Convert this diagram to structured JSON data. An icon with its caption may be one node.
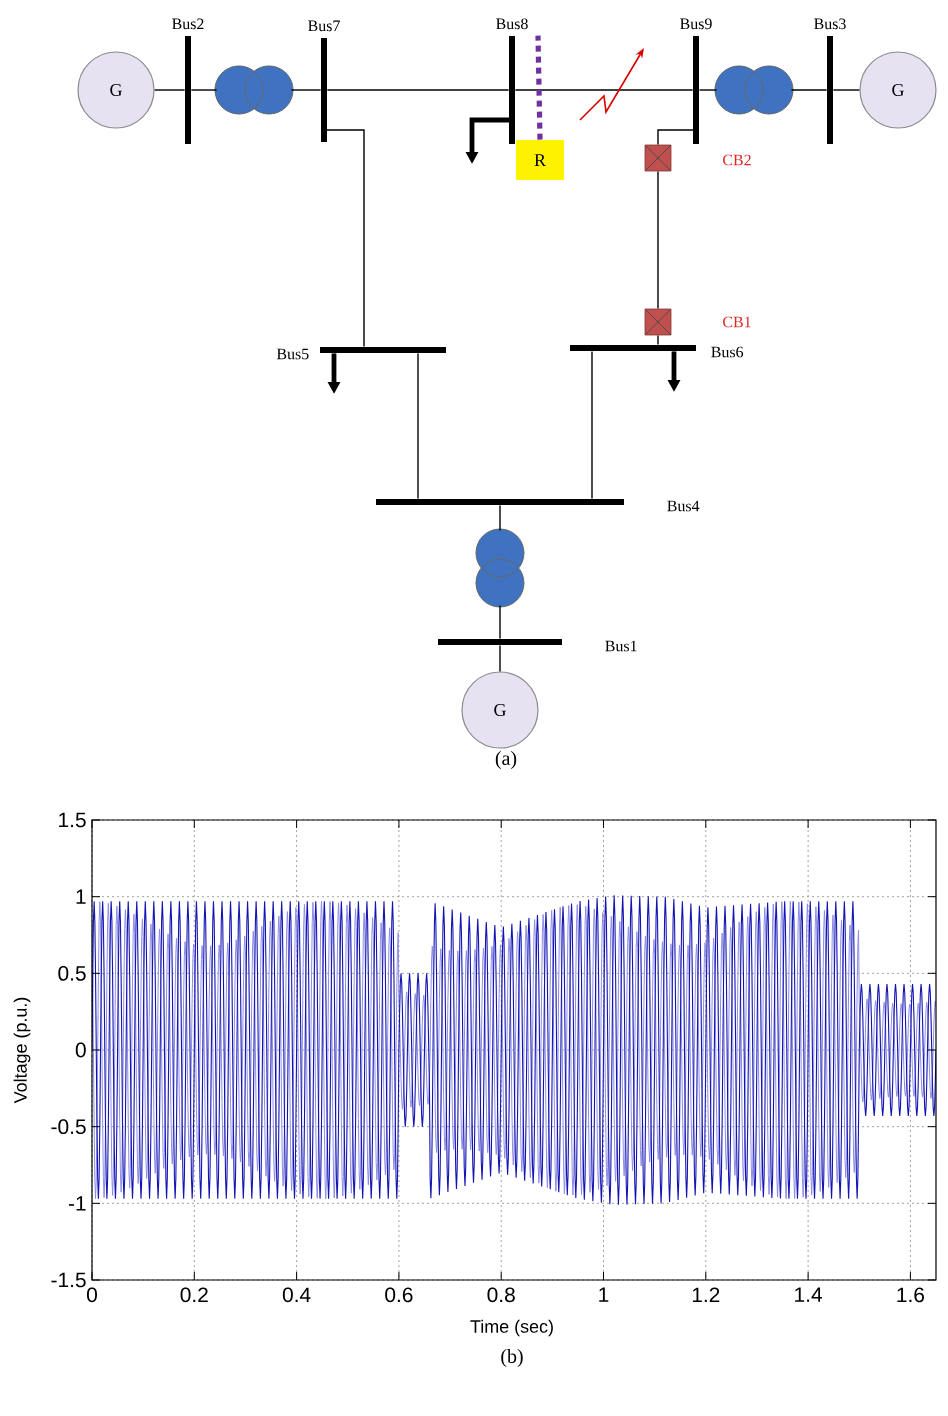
{
  "diagram": {
    "nodes": [
      {
        "text": [
          "G"
        ]
      },
      {
        "text": [
          "Bus2"
        ]
      },
      {
        "text": [],
        "shape": "circle"
      },
      {
        "text": [
          "Bus7"
        ]
      },
      {
        "text": [
          "Bus8"
        ]
      },
      {
        "text": [
          "R"
        ]
      },
      {
        "text": [
          "Bus9"
        ]
      },
      {
        "text": [],
        "shape": "circle"
      },
      {
        "text": [
          "Bus3"
        ]
      },
      {
        "text": [
          "G"
        ]
      },
      {
        "text": [],
        "shape": "box"
      },
      {
        "text": [],
        "shape": "box"
      },
      {
        "text": [
          "Bus5"
        ]
      },
      {
        "text": [
          "Bus6"
        ]
      },
      {
        "text": [
          "Bus4"
        ]
      },
      {
        "text": [],
        "shape": "circle"
      },
      {
        "text": [
          "Bus1"
        ]
      },
      {
        "text": [
          "G"
        ]
      }
    ],
    "edges": [
      {
        "from": 0,
        "to": 1,
        "arrow": "none"
      },
      {
        "from": 1,
        "to": 2,
        "arrow": "none"
      },
      {
        "from": 2,
        "to": 3,
        "arrow": "none"
      },
      {
        "from": 3,
        "to": 4,
        "arrow": "none"
      },
      {
        "from": 4,
        "to": 6,
        "arrow": "none"
      },
      {
        "from": 6,
        "to": 7,
        "arrow": "none"
      },
      {
        "from": 7,
        "to": 8,
        "arrow": "none"
      },
      {
        "from": 8,
        "to": 9,
        "arrow": "none"
      },
      {
        "from": 3,
        "to": 12,
        "arrow": "none"
      },
      {
        "from": 6,
        "to": 10,
        "arrow": "none"
      },
      {
        "from": 10,
        "to": 11,
        "arrow": "none"
      },
      {
        "from": 11,
        "to": 13,
        "arrow": "none"
      },
      {
        "from": 12,
        "to": 14,
        "arrow": "none"
      },
      {
        "from": 13,
        "to": 14,
        "arrow": "none"
      },
      {
        "from": 14,
        "to": 15,
        "arrow": "none"
      },
      {
        "from": 15,
        "to": 16,
        "arrow": "none"
      },
      {
        "from": 16,
        "to": 17,
        "arrow": "none"
      },
      {
        "from": 4,
        "to": null,
        "arrow": "to",
        "style": "thick"
      },
      {
        "from": 12,
        "to": null,
        "arrow": "to",
        "style": "thick"
      },
      {
        "from": 13,
        "to": null,
        "arrow": "to",
        "style": "thick"
      },
      {
        "from": 5,
        "to": 4,
        "arrow": "none",
        "style": "dashed",
        "color": "#7030a0"
      }
    ],
    "labels": [
      "CB2",
      "CB1",
      "(a)",
      "1.5",
      "1",
      "0.5",
      "0",
      "-0.5",
      "-1",
      "-1.5",
      "Voltage (p.u.)",
      "0",
      "0.2",
      "0.4",
      "0.6",
      "0.8",
      "1",
      "1.2",
      "1.4",
      "1.6",
      "Time (sec)",
      "(b)"
    ]
  }
}
